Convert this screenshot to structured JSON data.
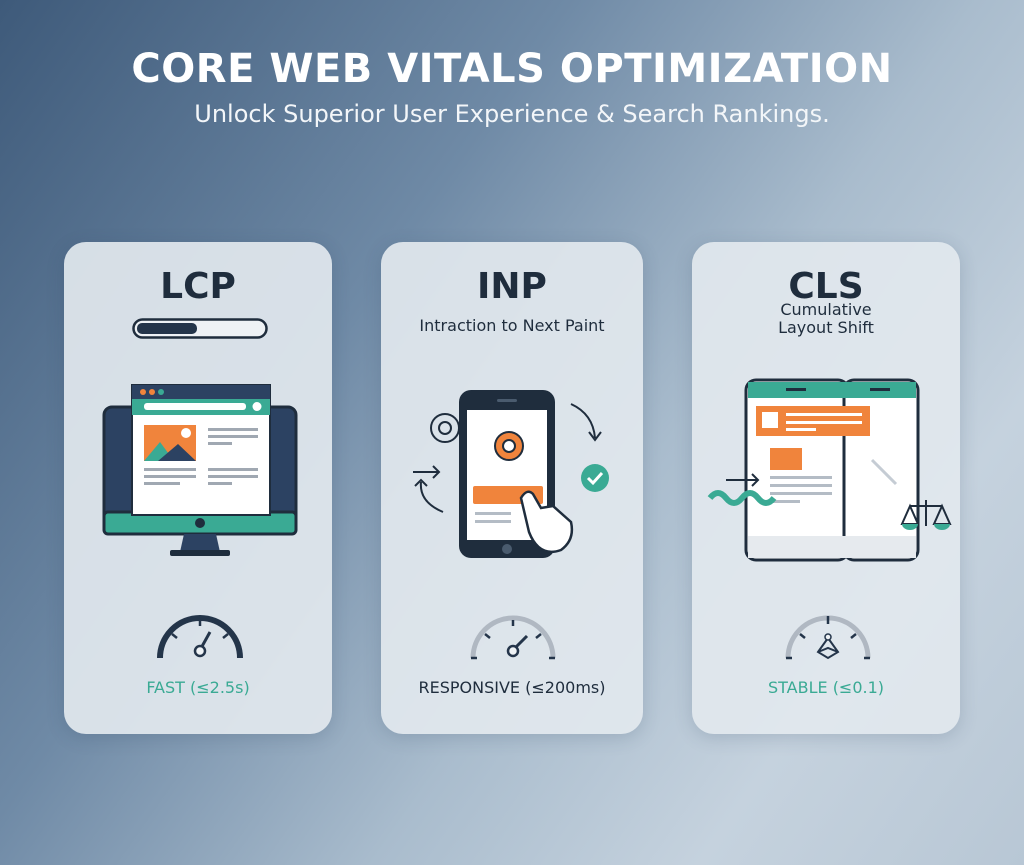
{
  "header": {
    "title": "CORE WEB VITALS OPTIMIZATION",
    "subtitle": "Unlock Superior User Experience & Search Rankings."
  },
  "colors": {
    "navy": "#1f2d3d",
    "teal": "#3aaa94",
    "orange": "#f0843c",
    "card_bg": "#e2e8ee"
  },
  "cards": [
    {
      "metric": "LCP",
      "description": "",
      "progress_percent": 45,
      "illustration": "desktop-monitor-webpage-icon",
      "gauge": "speedometer-icon",
      "status": "FAST (≤2.5s)",
      "status_color": "#3aaa94"
    },
    {
      "metric": "INP",
      "description": "Intraction to Next Paint",
      "illustration": "smartphone-tap-gear-icon",
      "gauge": "speedometer-icon",
      "status": "RESPONSIVE (≤200ms)",
      "status_color": "#1f2d3d"
    },
    {
      "metric": "CLS",
      "description_line1": "Cumulative",
      "description_line2": "Layout Shift",
      "illustration": "shifting-layout-phones-icon",
      "gauge": "balance-gauge-icon",
      "status": "STABLE (≤0.1)",
      "status_color": "#3aaa94"
    }
  ]
}
